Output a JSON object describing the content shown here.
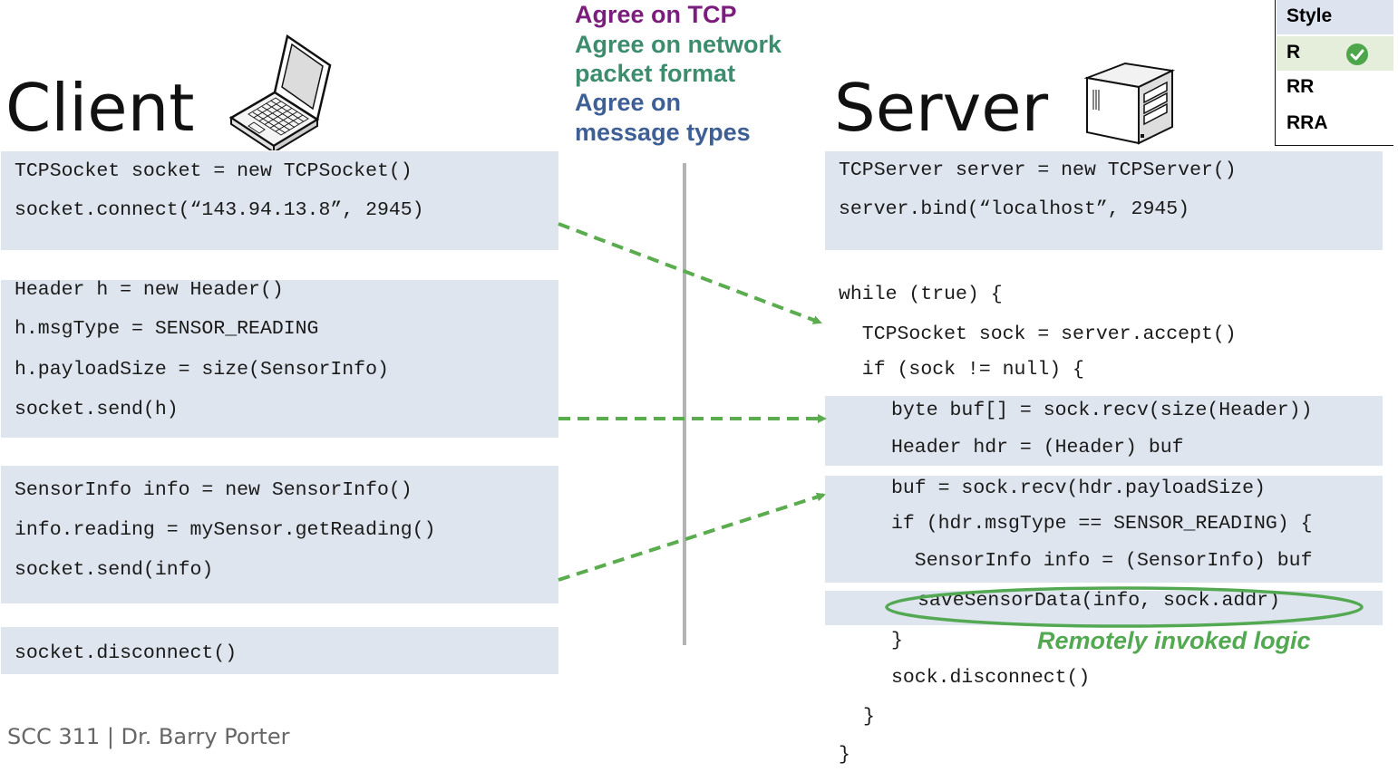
{
  "colors": {
    "box_fill": "#dfe5ee",
    "arrow_green": "#5aac4f",
    "divider_gray": "#b3b3b3",
    "agree_tcp": "#7a1d7c",
    "agree_format": "#3d8c6e",
    "agree_types": "#3e5f96",
    "legend_header": "#dde3ef",
    "legend_selected": "#e4eedb",
    "check_green": "#4ea64a",
    "annotation_green": "#53a852"
  },
  "client": {
    "title": "Client",
    "icon": "laptop-icon",
    "code": {
      "connect": [
        "TCPSocket socket = new TCPSocket()",
        "socket.connect(“143.94.13.8”, 2945)"
      ],
      "header": [
        "Header h = new Header()",
        "h.msgType = SENSOR_READING",
        "h.payloadSize = size(SensorInfo)",
        "socket.send(h)"
      ],
      "payload": [
        "SensorInfo info = new SensorInfo()",
        "info.reading = mySensor.getReading()",
        "socket.send(info)"
      ],
      "disconnect": [
        "socket.disconnect()"
      ]
    }
  },
  "agreements": [
    "Agree on TCP",
    "Agree on network",
    "packet format",
    "Agree on",
    "message types"
  ],
  "server": {
    "title": "Server",
    "icon": "server-icon",
    "code": {
      "setup": [
        "TCPServer server = new TCPServer()",
        "server.bind(“localhost”, 2945)"
      ],
      "loop_open": [
        "while (true) {",
        "  TCPSocket sock = server.accept()",
        "  if (sock != null) {"
      ],
      "header_recv": [
        "byte buf[] = sock.recv(size(Header))",
        "Header hdr = (Header) buf"
      ],
      "payload_recv": [
        "buf = sock.recv(hdr.payloadSize)",
        "if (hdr.msgType == SENSOR_READING) {",
        "  SensorInfo info = (SensorInfo) buf"
      ],
      "save": "saveSensorData(info, sock.addr)",
      "close_brace_inner": "}",
      "disconnect": "sock.disconnect()",
      "close_brace_if": "}",
      "close_brace_while": "}"
    }
  },
  "annotation": "Remotely invoked logic",
  "legend": {
    "header": "Style",
    "items": [
      {
        "label": "R",
        "selected": true,
        "icon": "check-circle-icon"
      },
      {
        "label": "RR",
        "selected": false
      },
      {
        "label": "RRA",
        "selected": false
      }
    ]
  },
  "footer": "SCC 311 | Dr. Barry Porter"
}
